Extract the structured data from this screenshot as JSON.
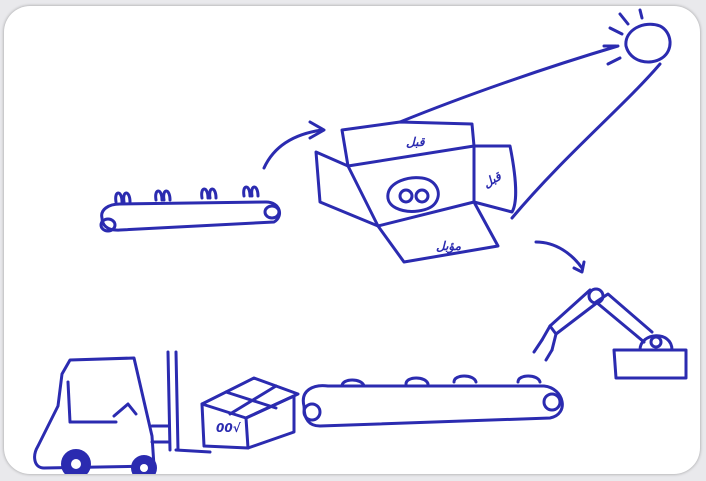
{
  "sketch": {
    "box_labels": {
      "lid": "قبل",
      "side_flap": "قبل",
      "front": "مؤبل"
    },
    "carton_mark": "00√"
  },
  "colors": {
    "ink": "#2b2bb0",
    "paper": "#ffffff",
    "background": "#e9e9ec"
  }
}
